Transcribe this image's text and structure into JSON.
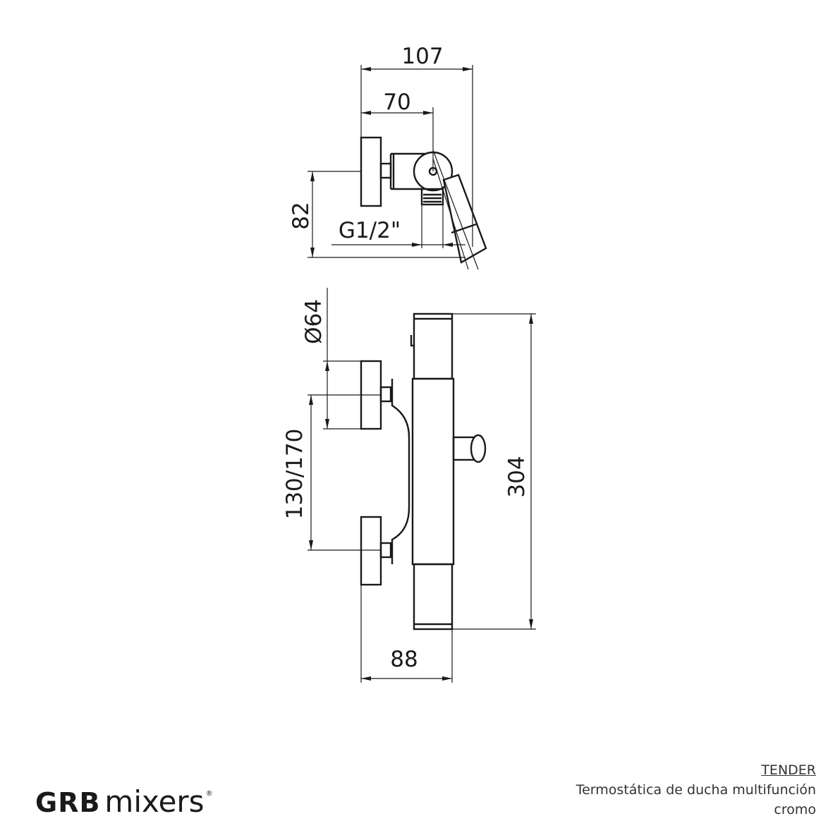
{
  "dimensions": {
    "top_width_total": "107",
    "top_width_partial": "70",
    "top_height": "82",
    "thread": "G1/2\"",
    "diameter": "Ø64",
    "center_distance": "130/170",
    "overall_height": "304",
    "depth": "88"
  },
  "product": {
    "model": "TENDER",
    "description": "Termostática de ducha multifunción",
    "finish": "cromo"
  },
  "brand": {
    "name_bold": "GRB",
    "name_light": "mixers",
    "registered": "®"
  },
  "colors": {
    "line": "#1a1a1a",
    "text": "#333333"
  }
}
